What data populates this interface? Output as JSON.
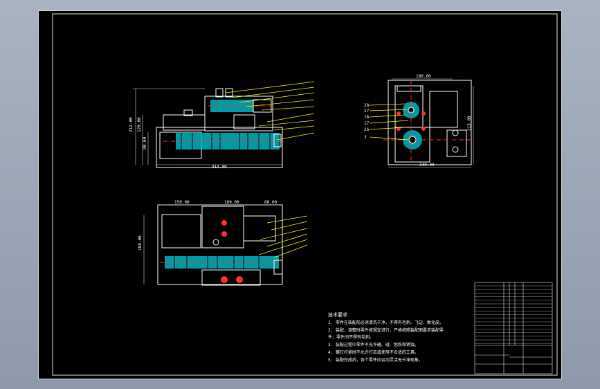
{
  "colors": {
    "background": "#000000",
    "frame": "#e6e6e6",
    "outline": "#ffffff",
    "section_fill": "#00b5c0",
    "leader": "#ffff00",
    "center": "#ff3030",
    "dimension": "#d9d9d9"
  },
  "front_view": {
    "dims": {
      "width_total": "414.00",
      "height_total": "212.00",
      "height_mid": "120.00",
      "height_low": "90.00"
    }
  },
  "side_view": {
    "dims": {
      "top_width": "180.00",
      "bottom_width": "240.00",
      "height": "215.00"
    },
    "labels": [
      "28",
      "27",
      "16",
      "17",
      "26",
      "3"
    ]
  },
  "top_view": {
    "dims": {
      "seg_a": "150.00",
      "seg_b": "169.00",
      "seg_c": "80.00",
      "height": "188.00"
    }
  },
  "tech_notes": {
    "title": "技术要求",
    "lines": [
      "1. 零件在装配前必须清洗干净，不得有毛刺、飞边、氧化皮。",
      "2. 装配、调整时零件按规定进行，严格按照装配图要求装配零",
      "件，零件间不得有毛刺。",
      "3. 装配过程中零件不允许磕、碰、划伤和锈蚀。",
      "4. 螺钉拧紧时不允许打击或使用不合适的工具。",
      "5. 装配完成后，各个零件应运动灵活无卡滞现象。"
    ]
  }
}
